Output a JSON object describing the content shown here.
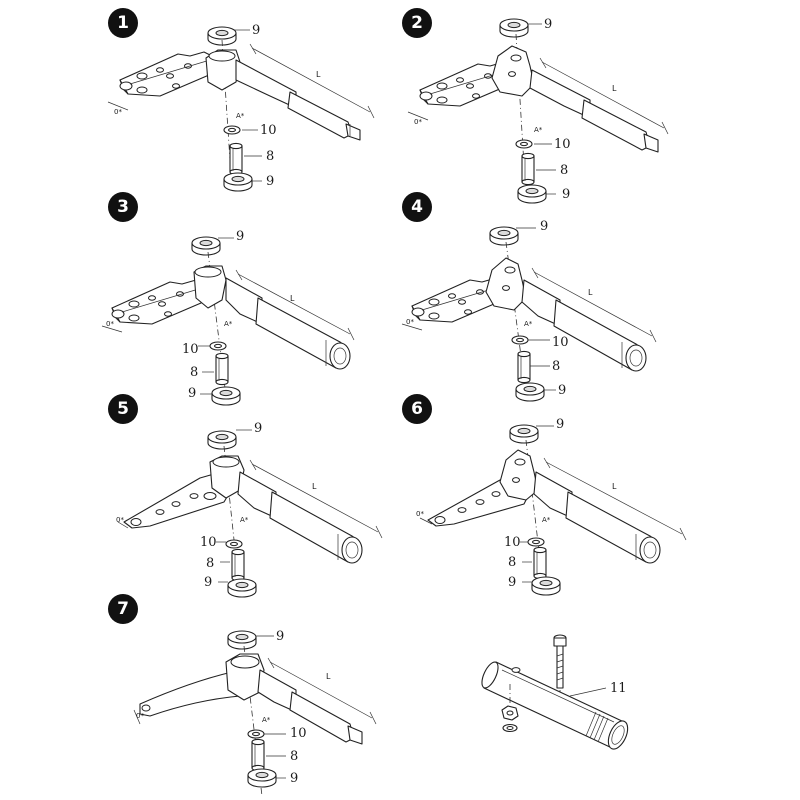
{
  "panels": [
    {
      "number": "1",
      "callouts": [
        "9",
        "10",
        "8",
        "9"
      ],
      "dim_length": "L",
      "dim_width": "0*",
      "dim_angle": "A*"
    },
    {
      "number": "2",
      "callouts": [
        "9",
        "10",
        "8",
        "9"
      ],
      "dim_length": "L",
      "dim_width": "0*",
      "dim_angle": "A*"
    },
    {
      "number": "3",
      "callouts": [
        "9",
        "10",
        "8",
        "9"
      ],
      "dim_length": "L",
      "dim_width": "0*",
      "dim_angle": "A*"
    },
    {
      "number": "4",
      "callouts": [
        "9",
        "10",
        "8",
        "9"
      ],
      "dim_length": "L",
      "dim_width": "0*",
      "dim_angle": "A*"
    },
    {
      "number": "5",
      "callouts": [
        "9",
        "10",
        "8",
        "9"
      ],
      "dim_length": "L",
      "dim_width": "0*",
      "dim_angle": "A*"
    },
    {
      "number": "6",
      "callouts": [
        "9",
        "10",
        "8",
        "9"
      ],
      "dim_length": "L",
      "dim_width": "0*",
      "dim_angle": "A*"
    },
    {
      "number": "7",
      "callouts": [
        "9",
        "10",
        "8",
        "9"
      ],
      "dim_length": "L",
      "dim_width": "0*",
      "dim_angle": "A*"
    }
  ],
  "axle_part": {
    "callout": "11"
  }
}
